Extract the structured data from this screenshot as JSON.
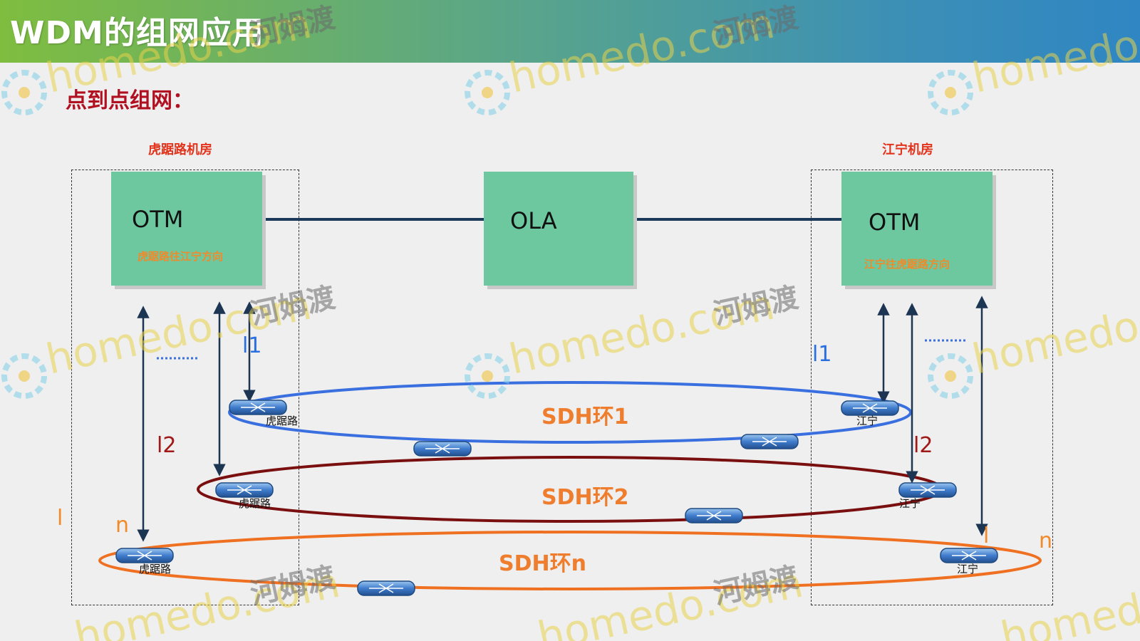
{
  "header": {
    "title": "WDM的组网应用"
  },
  "section": {
    "title": "点到点组网："
  },
  "rooms": {
    "left": "虎踞路机房",
    "right": "江宁机房"
  },
  "nodes": {
    "otm_left": {
      "name": "OTM",
      "subtitle": "虎踞路往江宁方向"
    },
    "ola": {
      "name": "OLA"
    },
    "otm_right": {
      "name": "OTM",
      "subtitle": "江宁往虎踞路方向"
    }
  },
  "rings": {
    "ring1": "SDH环1",
    "ring2": "SDH环2",
    "ringn": "SDH环n"
  },
  "routers": {
    "hujulu": "虎踞路",
    "jiangning": "江宁"
  },
  "wavelengths": {
    "left_l1": "l1",
    "left_l2": "l2",
    "left_l": "l",
    "left_n": "n",
    "right_l1": "l1",
    "right_l2": "l2",
    "right_l": "l",
    "right_n": "n"
  },
  "colors": {
    "ring1": "#3a6fe0",
    "ring2": "#7a0f10",
    "ringn": "#ef7020",
    "fiber": "#1b3a5a",
    "arrow": "#1c3553",
    "green_box": "#6dc79f"
  },
  "watermark": {
    "brand": "homedo.com",
    "chinese": "河姆渡"
  }
}
